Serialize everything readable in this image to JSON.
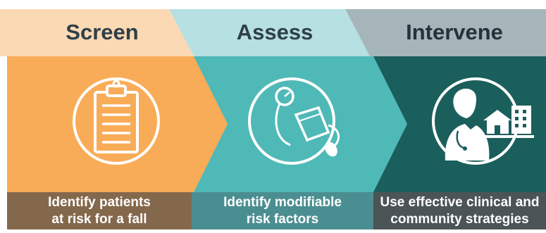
{
  "steps": [
    {
      "header": "Screen",
      "description": "Identify patients\nat risk for a fall",
      "icon": "clipboard-icon"
    },
    {
      "header": "Assess",
      "description": "Identify modifiable\nrisk factors",
      "icon": "blood-pressure-cuff-icon"
    },
    {
      "header": "Intervene",
      "description": "Use effective clinical and\ncommunity strategies",
      "icon": "doctor-community-icon"
    }
  ],
  "colors": {
    "screen_header": "#fbd9b4",
    "screen_body": "#f9ac57",
    "screen_footer": "#84684c",
    "assess_header": "#b6e0e1",
    "assess_body": "#4fb9b7",
    "assess_footer": "#4b8e91",
    "intervene_header": "#a5b5b9",
    "intervene_body": "#1b5f5d",
    "intervene_footer": "#4b5456",
    "icon_stroke": "#ffffff"
  }
}
